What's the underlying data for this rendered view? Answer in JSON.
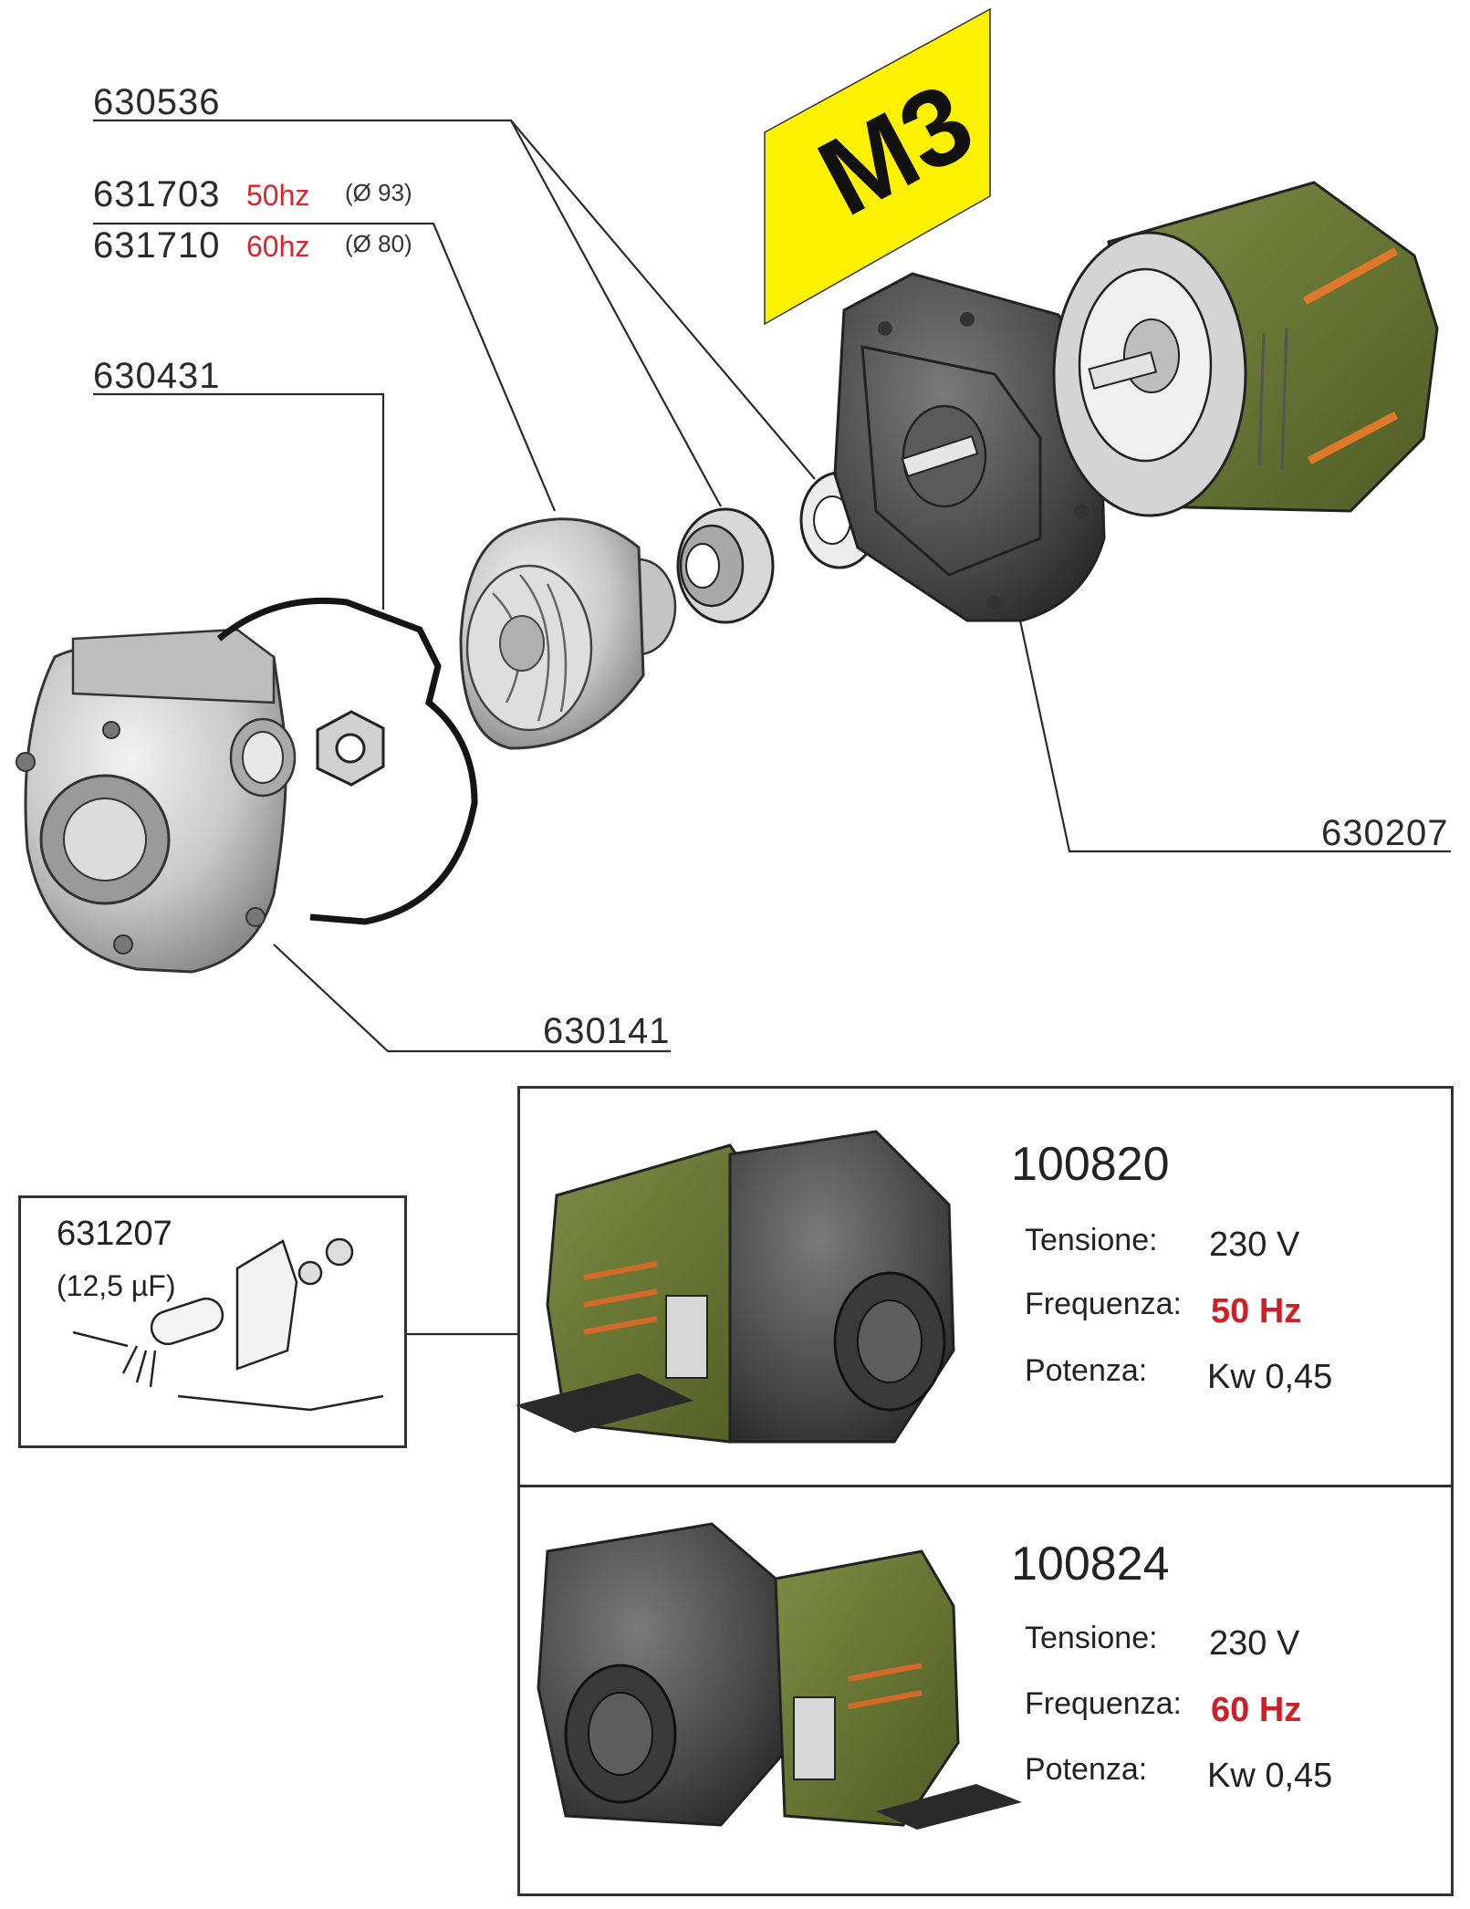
{
  "badge": {
    "label": "M3",
    "color": "#fff200"
  },
  "parts": {
    "p630536": {
      "code": "630536"
    },
    "p631703": {
      "code": "631703",
      "freq": "50hz",
      "diameter": "(Ø 93)"
    },
    "p631710": {
      "code": "631710",
      "freq": "60hz",
      "diameter": "(Ø 80)"
    },
    "p630431": {
      "code": "630431"
    },
    "p630207": {
      "code": "630207"
    },
    "p630141": {
      "code": "630141"
    }
  },
  "capacitor": {
    "code": "631207",
    "value": "(12,5 µF)"
  },
  "pumps": [
    {
      "code": "100820",
      "tension_label": "Tensione:",
      "tension_value": "230 V",
      "freq_label": "Frequenza:",
      "freq_value": "50 Hz",
      "power_label": "Potenza:",
      "power_value": "Kw 0,45"
    },
    {
      "code": "100824",
      "tension_label": "Tensione:",
      "tension_value": "230 V",
      "freq_label": "Frequenza:",
      "freq_value": "60 Hz",
      "power_label": "Potenza:",
      "power_value": "Kw 0,45"
    }
  ],
  "colors": {
    "accent_red": "#d9262d",
    "winding_green": "#6b7a3a",
    "body_grey": "#c9c9c9",
    "plate_dark": "#4a4a4a"
  }
}
